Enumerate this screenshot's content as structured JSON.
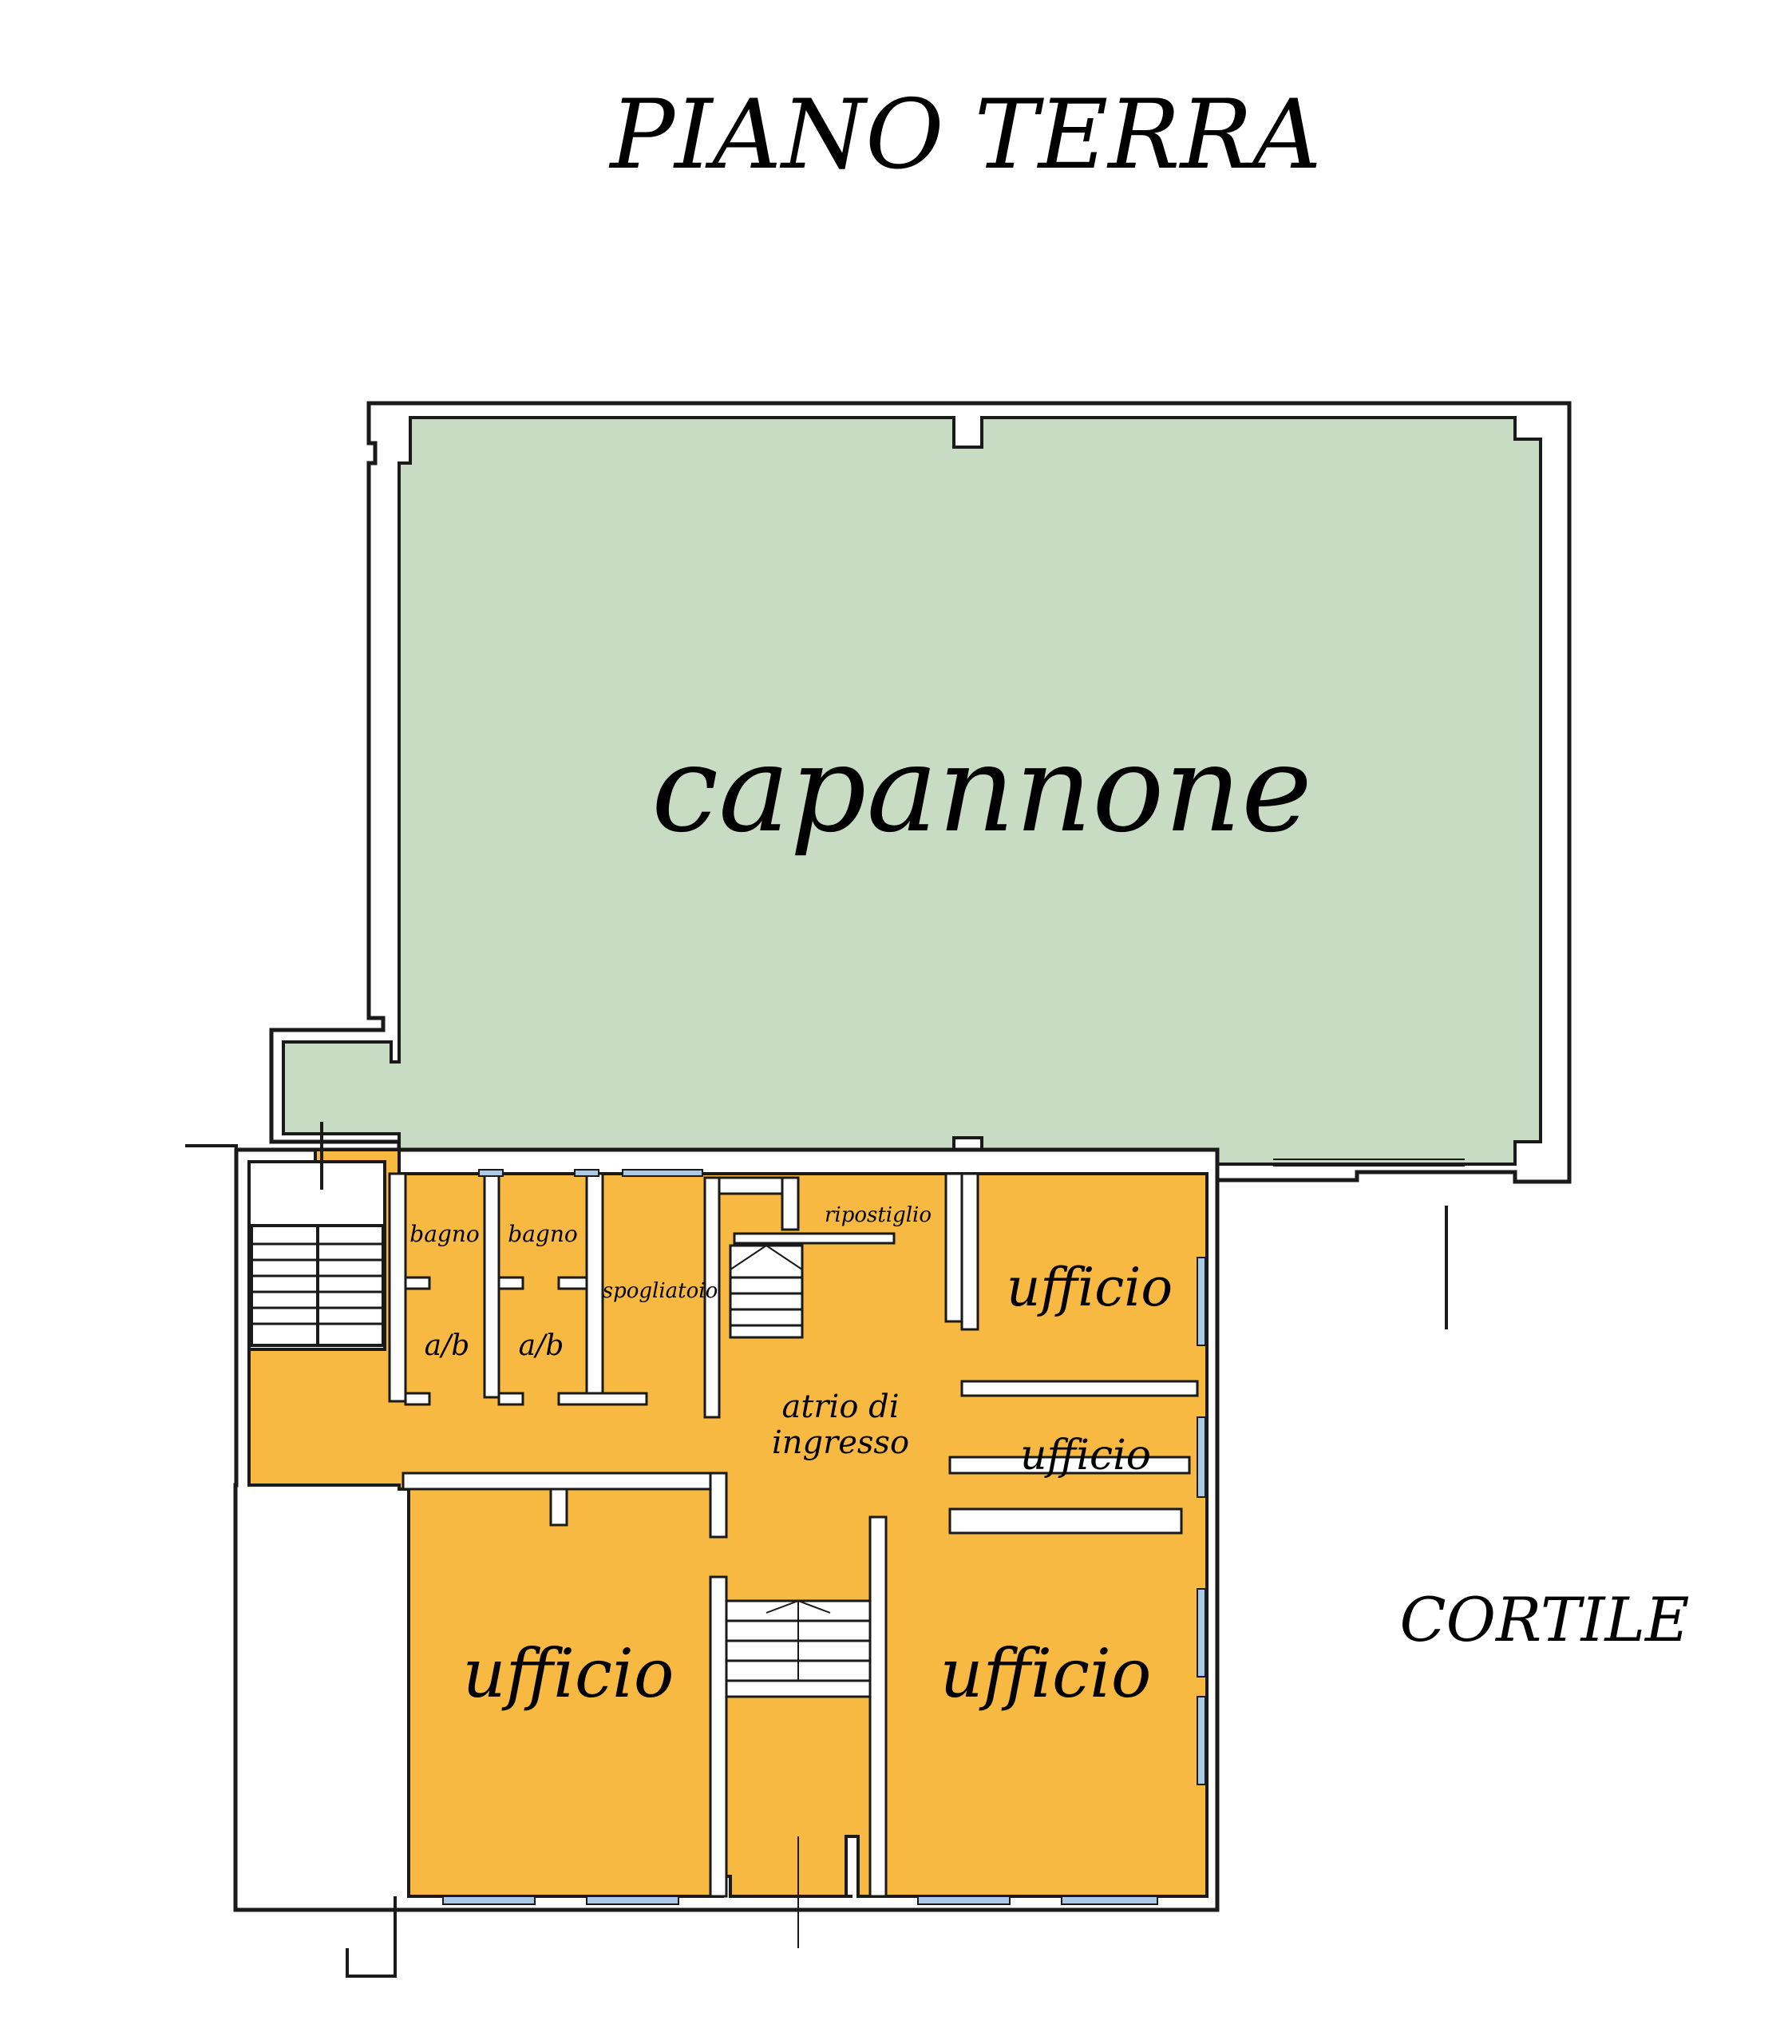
{
  "title": "PIANO TERRA",
  "rooms": {
    "capannone": "capannone",
    "bagno_1": "bagno",
    "bagno_2": "bagno",
    "ab_1": "a/b",
    "ab_2": "a/b",
    "spogliatoio": "spogliatoio",
    "ripostiglio": "ripostiglio",
    "atrio_line1": "atrio di",
    "atrio_line2": "ingresso",
    "ufficio_1": "ufficio",
    "ufficio_2": "ufficio",
    "ufficio_3": "ufficio",
    "ufficio_4": "ufficio"
  },
  "outside": {
    "cortile": "CORTILE"
  },
  "colors": {
    "warehouse": "#c8dcc4",
    "offices": "#f8b942",
    "windows": "#a9c9e8",
    "walls": "#ffffff",
    "outline": "#1a1a1a"
  }
}
